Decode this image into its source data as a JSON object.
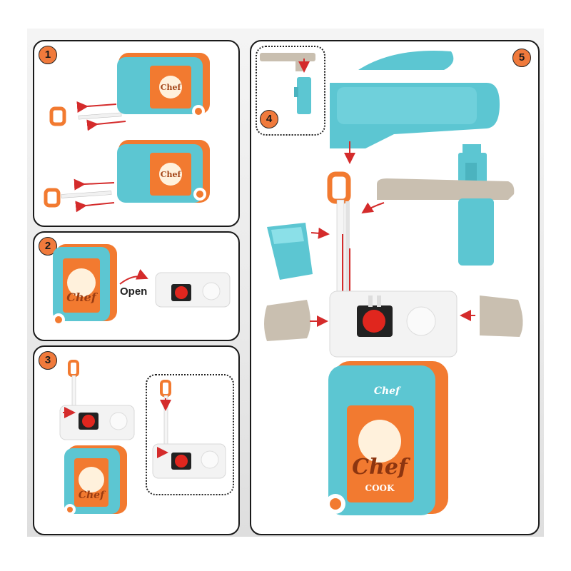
{
  "steps": [
    {
      "label": "1"
    },
    {
      "label": "2"
    },
    {
      "label": "3"
    },
    {
      "label": "4"
    },
    {
      "label": "5"
    }
  ],
  "open_label": "Open",
  "suitcase_logo": {
    "word": "Chef",
    "sub": "COOK"
  },
  "colors": {
    "suitcase_teal": "#5cc6d2",
    "suitcase_orange": "#f27a30",
    "arrow_red": "#d42b2b",
    "badge_orange": "#f07a3c",
    "tray_white": "#f3f3f3",
    "hob_red": "#e0261e",
    "beige": "#c9bfb0"
  },
  "icons": {
    "arrow": "red-arrow-icon",
    "badge": "numbered-step-badge"
  }
}
